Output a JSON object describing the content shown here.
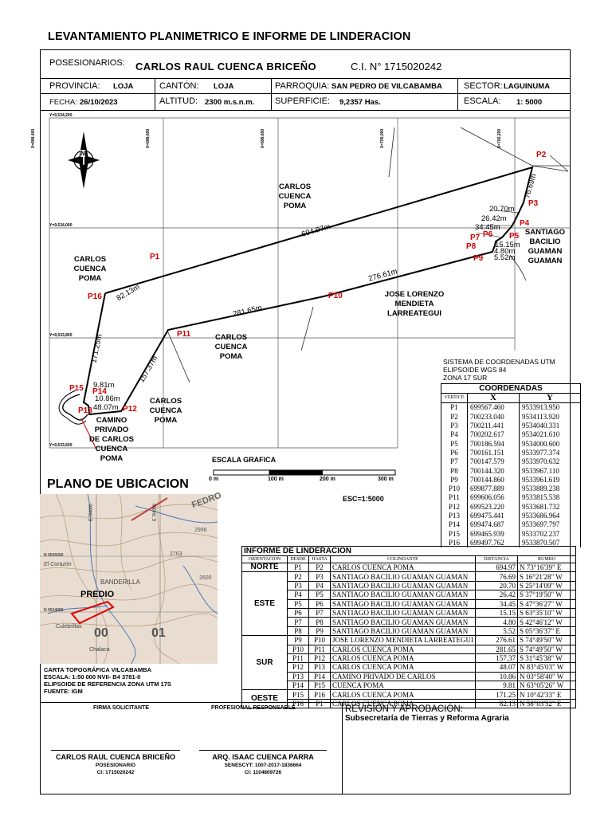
{
  "title": "LEVANTAMIENTO PLANIMETRICO E INFORME DE LINDERACION",
  "header": {
    "posesionarios_label": "POSESIONARIOS:",
    "posesionario_name": "CARLOS RAUL CUENCA BRICEÑO",
    "ci": "C.I. N° 1715020242",
    "provincia_label": "PROVINCIA:",
    "provincia": "LOJA",
    "canton_label": "CANTÓN:",
    "canton": "LOJA",
    "parroquia_label": "PARROQUIA:",
    "parroquia": "SAN PEDRO DE VILCABAMBA",
    "sector_label": "SECTOR:",
    "sector": "LAGUINUMA",
    "fecha_label": "FECHA:",
    "fecha": "26/10/2023",
    "altitud_label": "ALTITUD:",
    "altitud": "2300 m.s.n.m.",
    "superficie_label": "SUPERFICIE:",
    "superficie": "9,2357 Has.",
    "escala_label": "ESCALA:",
    "escala": "1: 5000"
  },
  "map": {
    "grid_x_labels": [
      "X=699,400",
      "X=699,600",
      "X=699,800",
      "X=700,000",
      "X=700,200"
    ],
    "grid_y_labels": [
      "Y=9,534,200",
      "Y=9,534,000",
      "Y=9,533,800",
      "Y=9,533,600"
    ],
    "north_label": "N",
    "owners": {
      "north": [
        "CARLOS",
        "CUENCA",
        "POMA"
      ],
      "west": [
        "CARLOS",
        "CUENCA",
        "POMA"
      ],
      "east": [
        "SANTIAGO",
        "BACILIO",
        "GUAMAN",
        "GUAMAN"
      ],
      "south_east": [
        "JOSE LORENZO",
        "MENDIETA",
        "LARREATEGUI"
      ],
      "south_center": [
        "CARLOS",
        "CUENCA",
        "POMA"
      ],
      "south_left": [
        "CARLOS",
        "CUENCA",
        "POMA"
      ],
      "camino": [
        "CAMINO",
        "PRIVADO",
        "DE CARLOS",
        "CUENCA",
        "POMA"
      ]
    },
    "point_labels": [
      "P1",
      "P2",
      "P3",
      "P4",
      "P5",
      "P6",
      "P7",
      "P8",
      "P9",
      "P10",
      "P11",
      "P12",
      "P13",
      "P14",
      "P15",
      "P16"
    ],
    "distance_labels": [
      "694.97m",
      "76.69m",
      "20.70m",
      "26.42m",
      "34.45m",
      "15.15m",
      "4.80m",
      "5.52m",
      "276.61m",
      "281.65m",
      "157.37m",
      "48.07m",
      "10.86m",
      "9.81m",
      "171.25m",
      "82.13m"
    ],
    "scale_title": "ESCALA GRAFICA",
    "scale_ticks": [
      "0 m",
      "100 m",
      "200 m",
      "300 m"
    ],
    "esc": "ESC=1:5000"
  },
  "coords": {
    "system_lines": [
      "SISTEMA DE COORDENADAS UTM",
      "ELIPSOIDE WGS 84",
      "ZONA 17 SUR"
    ],
    "heading": "COORDENADAS",
    "col_vertice": "VERTICE",
    "col_x": "X",
    "col_y": "Y",
    "rows": [
      [
        "P1",
        "699567.460",
        "9533913.950"
      ],
      [
        "P2",
        "700233.040",
        "9534113.920"
      ],
      [
        "P3",
        "700211.441",
        "9534040.331"
      ],
      [
        "P4",
        "700202.617",
        "9534021.610"
      ],
      [
        "P5",
        "700186.594",
        "9534000.600"
      ],
      [
        "P6",
        "700161.151",
        "9533977.374"
      ],
      [
        "P7",
        "700147.579",
        "9533970.632"
      ],
      [
        "P8",
        "700144.320",
        "9533967.110"
      ],
      [
        "P9",
        "700144.860",
        "9533961.619"
      ],
      [
        "P10",
        "699877.889",
        "9533889.238"
      ],
      [
        "P11",
        "699606.056",
        "9533815.538"
      ],
      [
        "P12",
        "699523.220",
        "9533681.732"
      ],
      [
        "P13",
        "699475.441",
        "9533686.964"
      ],
      [
        "P14",
        "699474.687",
        "9533697.797"
      ],
      [
        "P15",
        "699465.939",
        "9533702.237"
      ],
      [
        "P16",
        "699497.762",
        "9533870.507"
      ]
    ]
  },
  "ubicacion": {
    "title": "PLANO DE UBICACION",
    "predio": "PREDIO",
    "place_labels": [
      "BANDERILLA",
      "El Corazón",
      "Culebrillas",
      "Chalaca",
      "2996",
      "2763",
      "2600",
      "N 9535000",
      "N 9534000",
      "E 700000",
      "E 701000",
      "FEDRO"
    ],
    "grid_numbers": [
      "00",
      "01"
    ],
    "carta_lines": [
      "CARTA TOPOGRÁFICA VILCABAMBA",
      "ESCALA:  1:50 000          NVII- B4 3781-II",
      "ELIPSOIDE DE REFERENCIA ZONA UTM 17S",
      "FUENTE: IGM"
    ]
  },
  "linderacion": {
    "title": "INFORME DE LINDERACION",
    "headers": [
      "ORIENTACION",
      "DESDE",
      "HASTA",
      "COLINDANTE",
      "DISTANCIA",
      "RUMBO"
    ],
    "groups": [
      {
        "orientation": "NORTE",
        "rows": [
          [
            "P1",
            "P2",
            "CARLOS CUENCA POMA",
            "694.97",
            "N 73°16'39\" E"
          ]
        ]
      },
      {
        "orientation": "ESTE",
        "rows": [
          [
            "P2",
            "P3",
            "SANTIAGO BACILIO GUAMAN GUAMAN",
            "76.69",
            "S 16°21'28\" W"
          ],
          [
            "P3",
            "P4",
            "SANTIAGO BACILIO GUAMAN GUAMAN",
            "20.70",
            "S 25°14'09\" W"
          ],
          [
            "P4",
            "P5",
            "SANTIAGO BACILIO GUAMAN GUAMAN",
            "26.42",
            "S 37°19'50\" W"
          ],
          [
            "P5",
            "P6",
            "SANTIAGO BACILIO GUAMAN GUAMAN",
            "34.45",
            "S 47°36'27\" W"
          ],
          [
            "P6",
            "P7",
            "SANTIAGO BACILIO GUAMAN GUAMAN",
            "15.15",
            "S 63°35'10\" W"
          ],
          [
            "P7",
            "P8",
            "SANTIAGO BACILIO GUAMAN GUAMAN",
            "4.80",
            "S 42°46'12\" W"
          ],
          [
            "P8",
            "P9",
            "SANTIAGO BACILIO GUAMAN GUAMAN",
            "5.52",
            "S 05°36'37\" E"
          ]
        ]
      },
      {
        "orientation": "SUR",
        "rows": [
          [
            "P9",
            "P10",
            "JOSE LORENZO MENDIETA LARREATEGUI",
            "276.61",
            "S 74°49'50\" W"
          ],
          [
            "P10",
            "P11",
            "CARLOS CUENCA POMA",
            "281.65",
            "S 74°49'50\" W"
          ],
          [
            "P11",
            "P12",
            "CARLOS CUENCA POMA",
            "157.37",
            "S 31°45'38\" W"
          ],
          [
            "P12",
            "P13",
            "CARLOS CUENCA POMA",
            "48.07",
            "N 83°45'03\" W"
          ],
          [
            "P13",
            "P14",
            "CAMINO PRIVADO DE CARLOS",
            "10.86",
            "N 03°58'40\" W"
          ],
          [
            "P14",
            "P15",
            "CUENCA POMA",
            "9.81",
            "N 63°05'26\" W"
          ]
        ]
      },
      {
        "orientation": "OESTE",
        "rows": [
          [
            "P15",
            "P16",
            "CARLOS CUENCA POMA",
            "171.25",
            "N 10°42'33\" E"
          ],
          [
            "P16",
            "P1",
            "CARLOS CUENCA POMA",
            "82.13",
            "N 58°03'52\" E"
          ]
        ]
      }
    ]
  },
  "footer": {
    "firma_solicitante": "FIRMA SOLICITANTE",
    "profesional": "PROFESIONAL RESPONSABLE",
    "revision": "REVISIÓN Y APROBACIÓN:",
    "subsecretaria": "Subsecretaría de Tierras y Reforma Agraria",
    "solicitante_name": "CARLOS RAUL CUENCA BRICEÑO",
    "solicitante_role": "POSESIONARIO",
    "solicitante_ci": "CI: 1715020242",
    "prof_name": "ARQ. ISAAC CUENCA PARRA",
    "prof_senescyt": "SENESCYT: 1007-2017-1836664",
    "prof_ci": "CI: 1104809726"
  },
  "colors": {
    "accent_red": "#d40000",
    "topo_bg": "#e8ddd0"
  }
}
